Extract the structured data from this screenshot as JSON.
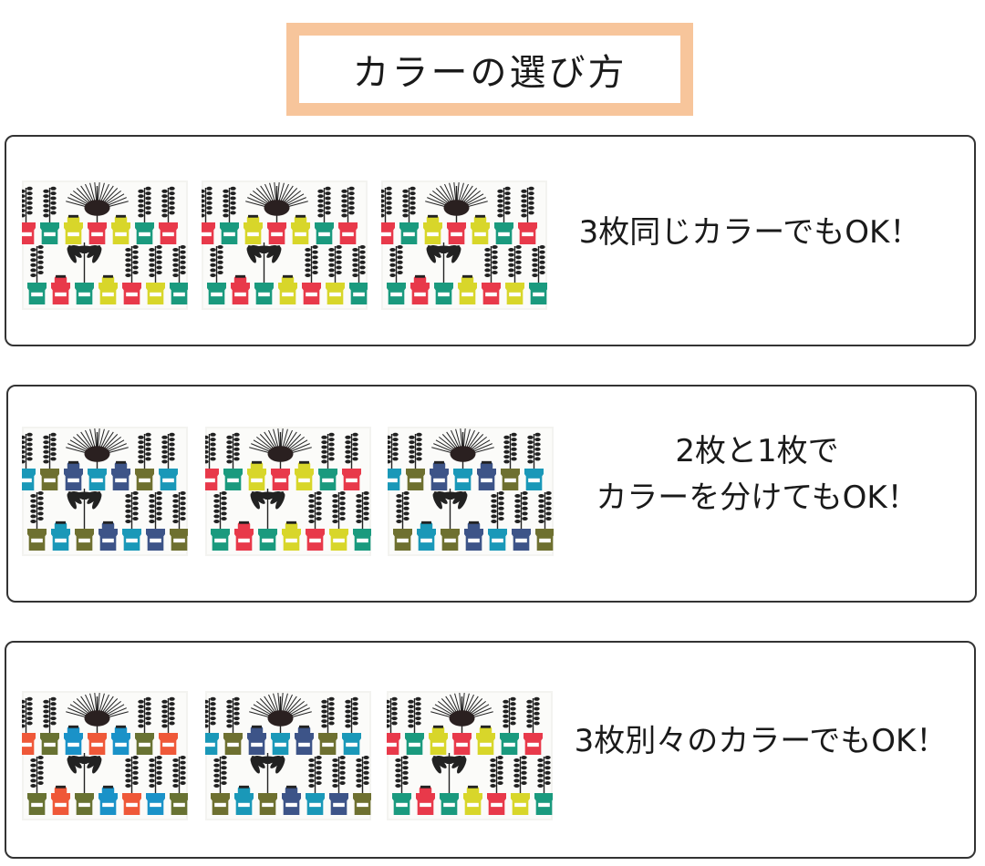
{
  "title": "カラーの選び方",
  "palettes": {
    "A": {
      "name": "red-green-yellow",
      "c1": "#e8394a",
      "c2": "#1a9a7e",
      "c3": "#d8d62a"
    },
    "B": {
      "name": "blue-olive-navy",
      "c1": "#1a98b8",
      "c2": "#6e7030",
      "c3": "#3d5488"
    },
    "C": {
      "name": "orange-olive-blue",
      "c1": "#ef5838",
      "c2": "#687232",
      "c3": "#1a92c8"
    }
  },
  "accent": {
    "title_border": "#f7c59b",
    "box_border": "#333333"
  },
  "sections": [
    {
      "caption_lines": [
        "3枚同じカラーでもOK！"
      ],
      "panels": [
        "A",
        "A",
        "A"
      ]
    },
    {
      "caption_lines": [
        "2枚と1枚で",
        "カラーを分けてもOK！"
      ],
      "panels": [
        "B",
        "A",
        "B"
      ]
    },
    {
      "caption_lines": [
        "3枚別々のカラーでもOK！"
      ],
      "panels": [
        "C",
        "B",
        "A"
      ]
    }
  ]
}
